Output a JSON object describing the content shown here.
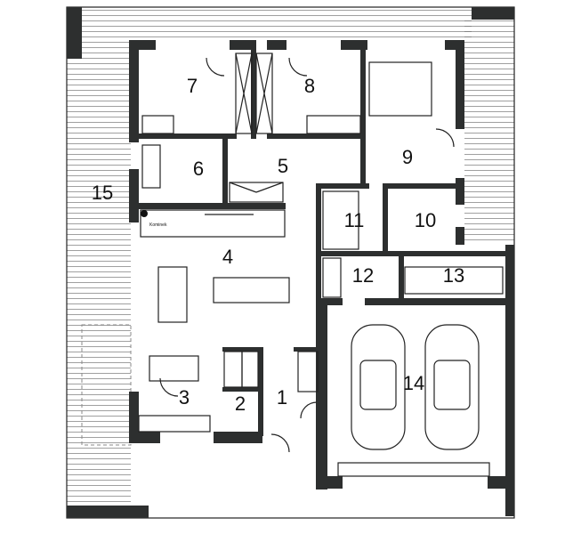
{
  "rooms": [
    {
      "label": "1"
    },
    {
      "label": "2"
    },
    {
      "label": "3"
    },
    {
      "label": "4"
    },
    {
      "label": "5"
    },
    {
      "label": "6"
    },
    {
      "label": "7"
    },
    {
      "label": "8"
    },
    {
      "label": "9"
    },
    {
      "label": "10"
    },
    {
      "label": "11"
    },
    {
      "label": "12"
    },
    {
      "label": "13"
    },
    {
      "label": "14"
    },
    {
      "label": "15"
    }
  ],
  "annotations": {
    "fireplace": "Kominek"
  },
  "colors": {
    "wall": "#2d2f2f",
    "line": "#222222",
    "background": "#ffffff"
  }
}
